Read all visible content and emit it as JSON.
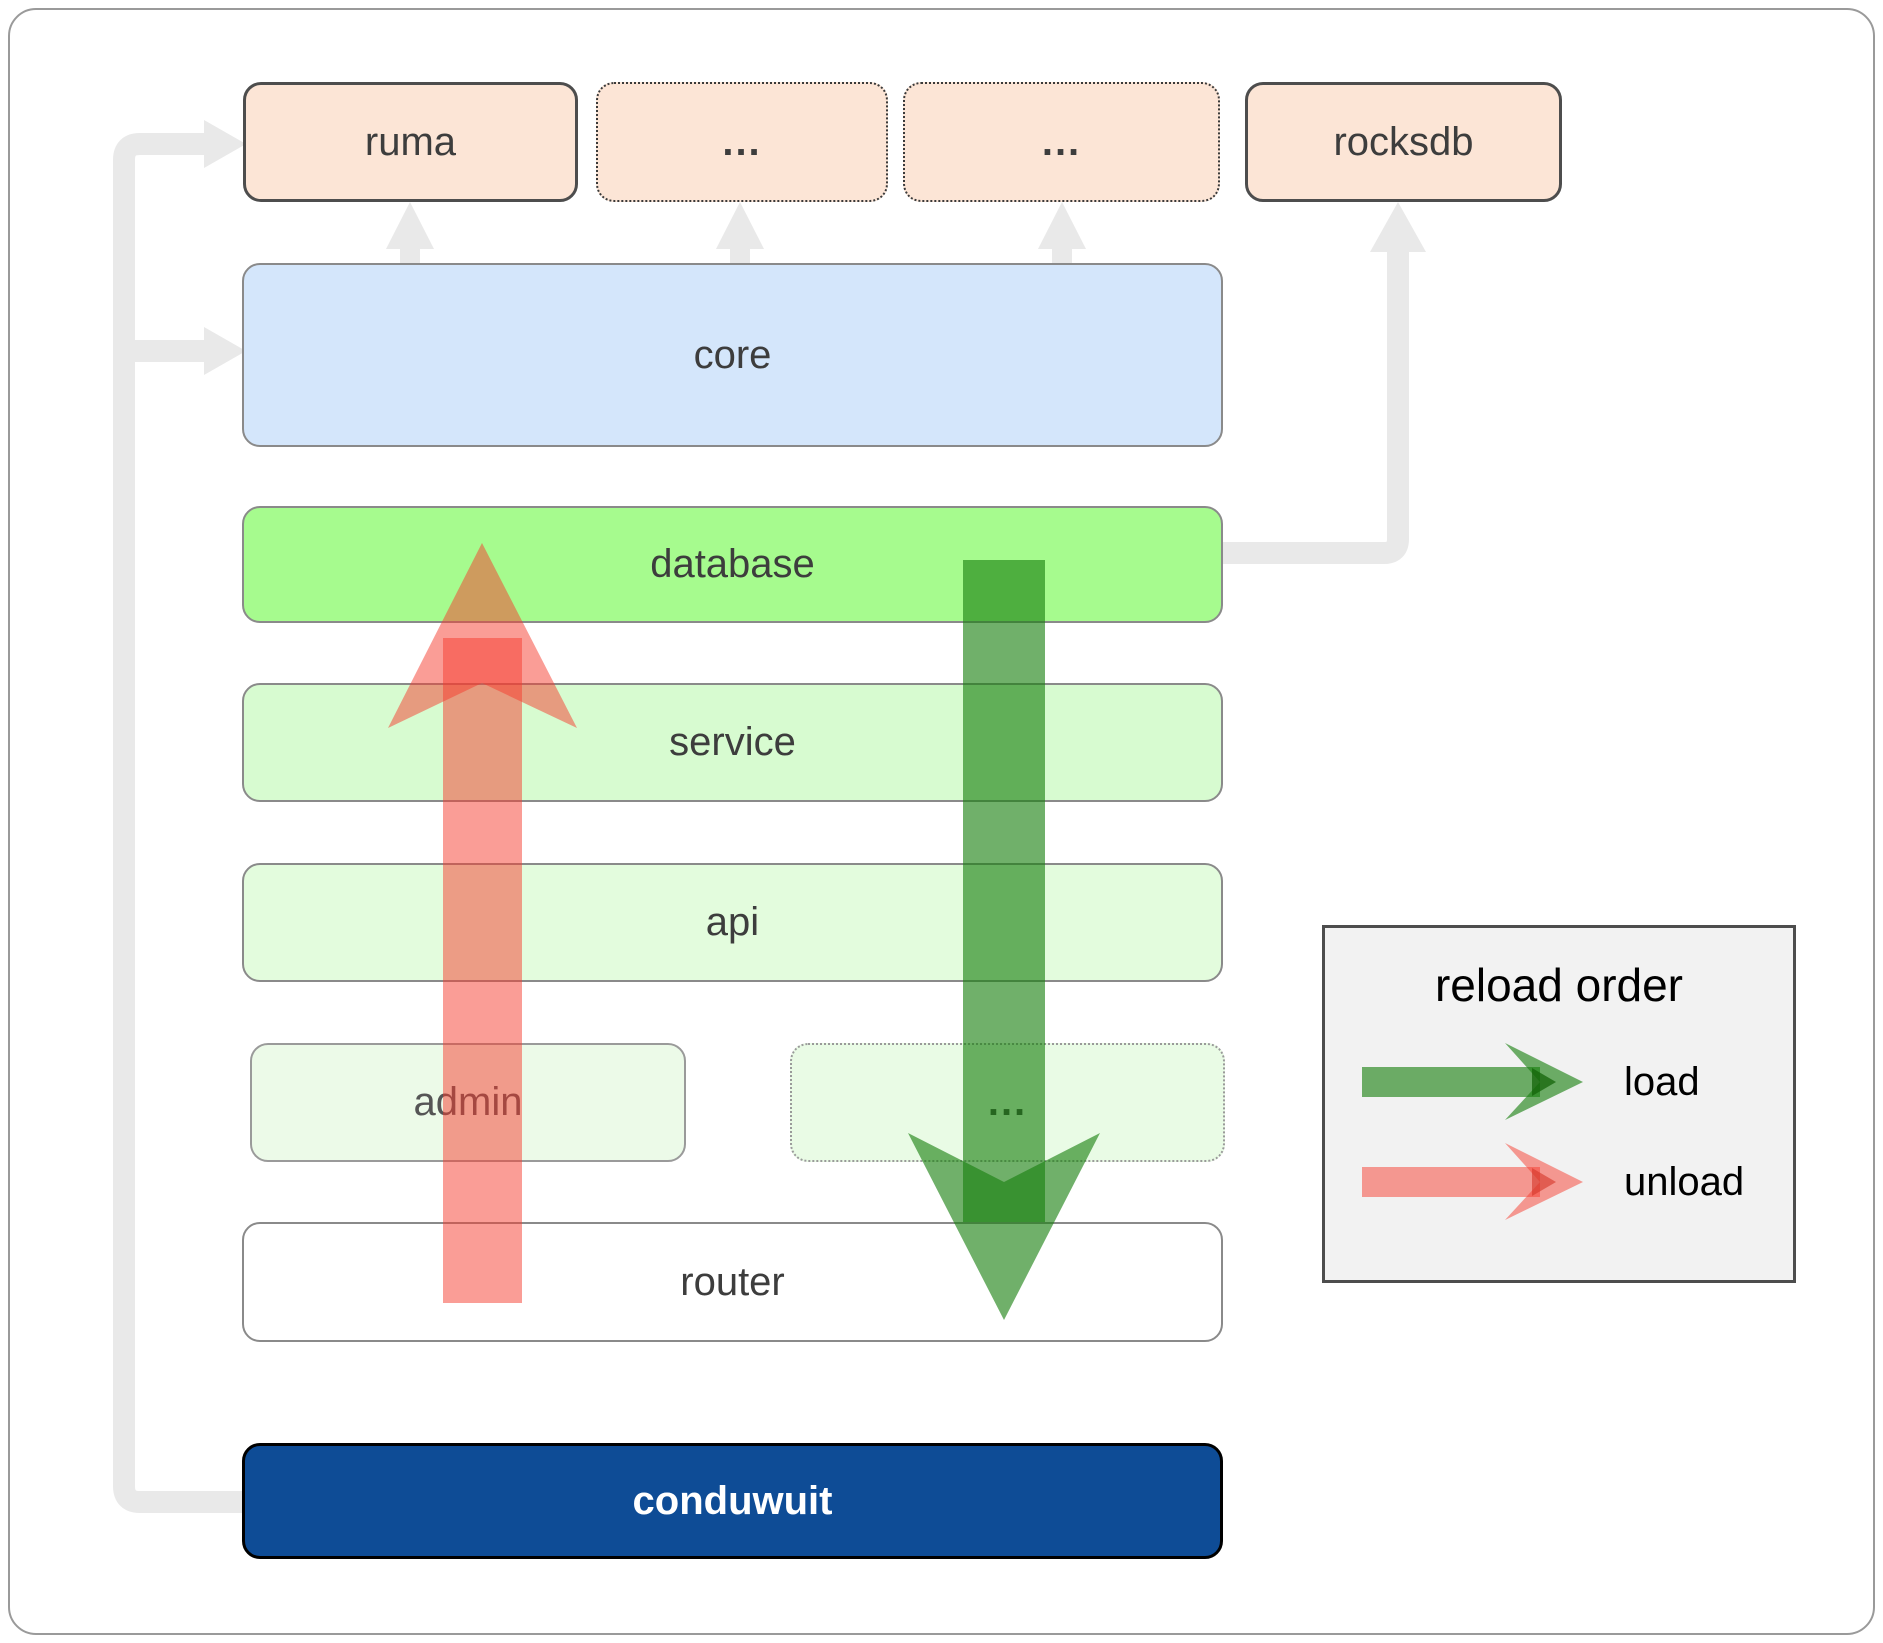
{
  "diagram": {
    "top_row": [
      {
        "id": "ruma",
        "label": "ruma",
        "border": "solid"
      },
      {
        "id": "ellipsis-top-1",
        "label": "...",
        "border": "dotted"
      },
      {
        "id": "ellipsis-top-2",
        "label": "...",
        "border": "dotted"
      },
      {
        "id": "rocksdb",
        "label": "rocksdb",
        "border": "solid"
      }
    ],
    "layers": [
      {
        "id": "core",
        "label": "core"
      },
      {
        "id": "database",
        "label": "database"
      },
      {
        "id": "service",
        "label": "service"
      },
      {
        "id": "api",
        "label": "api"
      },
      {
        "id": "admin",
        "label": "admin"
      },
      {
        "id": "ellipsis-row",
        "label": "..."
      },
      {
        "id": "router",
        "label": "router"
      },
      {
        "id": "conduwuit",
        "label": "conduwuit"
      }
    ],
    "colors": {
      "peach_fill": "#fce5d6",
      "core_fill": "#d4e6fb",
      "database_fill": "#a6fb8e",
      "service_fill": "#d7fbd0",
      "api_fill": "#e3fcdd",
      "admin_fill": "#ecfae8",
      "router_fill": "#ffffff",
      "conduwuit_fill": "#0e4c96",
      "connector_gray": "#e9e9e9",
      "load_green": "#19800f",
      "unload_red": "#f53c2d"
    },
    "legend": {
      "title": "reload order",
      "items": [
        {
          "id": "load",
          "label": "load",
          "color": "#19800f"
        },
        {
          "id": "unload",
          "label": "unload",
          "color": "#f53c2d"
        }
      ]
    }
  }
}
